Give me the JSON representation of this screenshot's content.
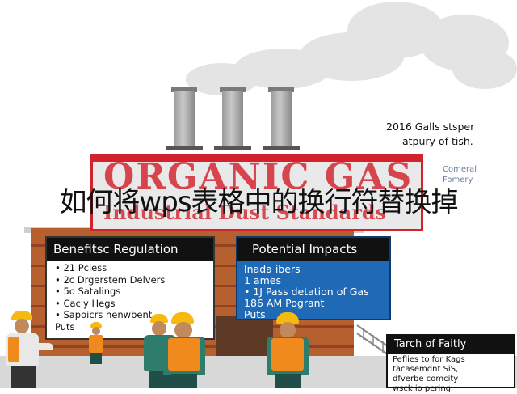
{
  "overlay": {
    "title": "如何将wps表格中的换行符替换掉"
  },
  "sign": {
    "title": "ORGANIC GAS",
    "subtitle": "Industrial Dust Standards"
  },
  "top_right": {
    "lines": [
      "2016 Galls stsper",
      "atpury of tish."
    ],
    "side_text": [
      "Comeral",
      "Fomery"
    ]
  },
  "left_panel": {
    "heading": "Benefitsc Regulation",
    "items": [
      "• 21 Pciess",
      "• 2c Drgerstem Delvers",
      "• 5o Satalings",
      "• Cacly Hegs",
      "• Sapoicrs henwbent",
      "  Puts"
    ]
  },
  "right_panel": {
    "heading": "Potential Impacts",
    "items": [
      "Inada ibers",
      "1 ames",
      "• 1J Pass detation of Gas",
      "186 AM Pogrant",
      "Puts"
    ]
  },
  "bottom_right": {
    "heading": "Tarch of Faitly",
    "items": [
      "Peflies to for Kags",
      "tacasemdnt SiS,",
      "dfverbe comcity",
      "wsck io pering."
    ]
  },
  "colors": {
    "sign_red": "#d2222b",
    "brick": "#b7602f",
    "impact_blue": "#1f6ab7",
    "vest_orange": "#f08a1d",
    "hat_yellow": "#f6b90d"
  }
}
